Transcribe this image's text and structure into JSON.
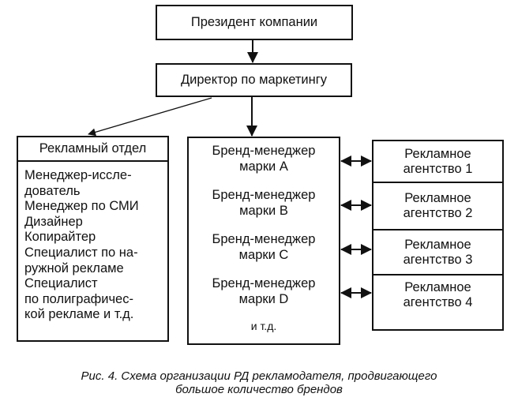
{
  "diagram": {
    "president": "Президент компании",
    "director": "Директор по маркетингу",
    "ad_department": {
      "title": "Рекламный отдел",
      "lines": [
        "Менеджер-иссле-",
        "дователь",
        "Менеджер по СМИ",
        "Дизайнер",
        "Копирайтер",
        "Специалист по на-",
        "ружной рекламе",
        "Специалист",
        "по полиграфичес-",
        "кой рекламе и т.д."
      ]
    },
    "brand_managers": [
      {
        "line1": "Бренд-менеджер",
        "line2": "марки A"
      },
      {
        "line1": "Бренд-менеджер",
        "line2": "марки B"
      },
      {
        "line1": "Бренд-менеджер",
        "line2": "марки C"
      },
      {
        "line1": "Бренд-менеджер",
        "line2": "марки D"
      }
    ],
    "brand_etc": "и т.д.",
    "agencies": [
      {
        "line1": "Рекламное",
        "line2": "агентство 1"
      },
      {
        "line1": "Рекламное",
        "line2": "агентство 2"
      },
      {
        "line1": "Рекламное",
        "line2": "агентство 3"
      },
      {
        "line1": "Рекламное",
        "line2": "агентство 4"
      }
    ],
    "connections": [
      {
        "from": "president",
        "to": "director",
        "type": "arrow"
      },
      {
        "from": "director",
        "to": "ad_department",
        "type": "arrow"
      },
      {
        "from": "director",
        "to": "brand_managers",
        "type": "arrow"
      },
      {
        "from": "brand_manager_A",
        "to": "agency_1",
        "type": "double-arrow"
      },
      {
        "from": "brand_manager_B",
        "to": "agency_2",
        "type": "double-arrow"
      },
      {
        "from": "brand_manager_C",
        "to": "agency_3",
        "type": "double-arrow"
      },
      {
        "from": "brand_manager_D",
        "to": "agency_4",
        "type": "double-arrow"
      }
    ]
  },
  "caption": {
    "line1": "Рис. 4. Схема организации РД рекламодателя, продвигающего",
    "line2": "большое количество брендов"
  }
}
